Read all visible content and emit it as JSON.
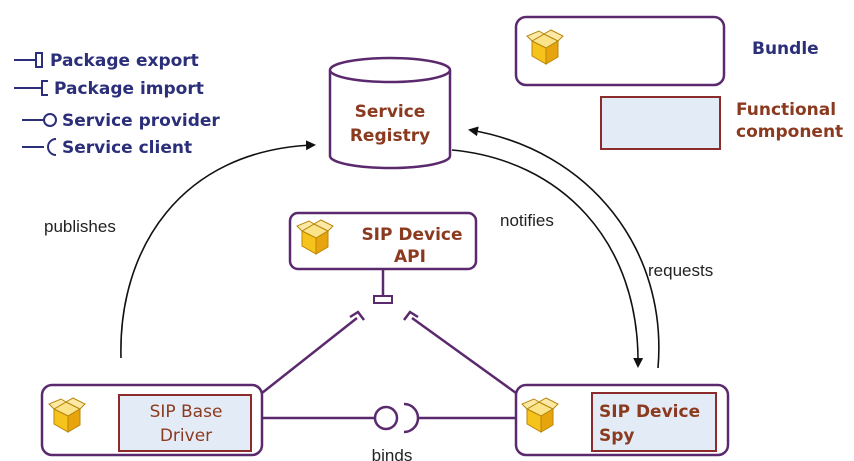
{
  "legend": {
    "package_export": "Package export",
    "package_import": "Package import",
    "service_provider": "Service provider",
    "service_client": "Service client",
    "bundle": "Bundle",
    "functional_line1": "Functional",
    "functional_line2": "component"
  },
  "nodes": {
    "registry_line1": "Service",
    "registry_line2": "Registry",
    "api_line1": "SIP Device",
    "api_line2": "API",
    "driver_line1": "SIP Base",
    "driver_line2": "Driver",
    "spy_line1": "SIP Device",
    "spy_line2": "Spy"
  },
  "edges": {
    "publishes": "publishes",
    "notifies": "notifies",
    "requests": "requests",
    "binds": "binds"
  },
  "icons": [
    "bundle-box-icon"
  ],
  "colors": {
    "legend_text": "#2b2f7a",
    "node_text": "#8b3a1f",
    "bundle_border": "#5b2a6e",
    "functional_fill": "#e3ecf6",
    "functional_border": "#8b2b2b"
  }
}
